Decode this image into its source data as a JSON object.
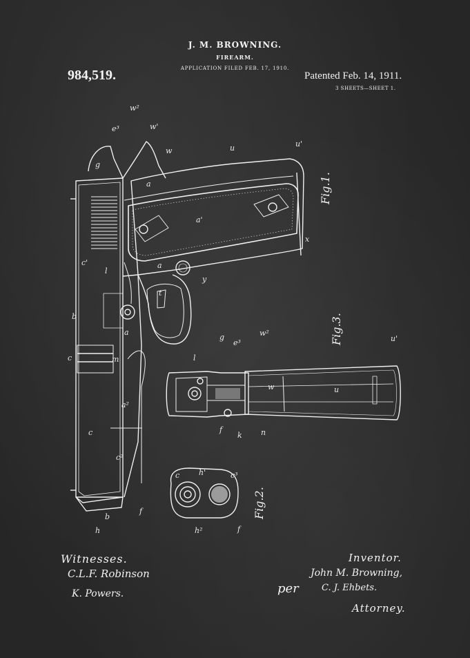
{
  "header": {
    "inventor": "J. M. BROWNING.",
    "invention": "FIREARM.",
    "application_filed": "APPLICATION FILED FEB. 17, 1910.",
    "patent_number": "984,519.",
    "patented": "Patented Feb. 14, 1911.",
    "sheets": "3 SHEETS—SHEET 1."
  },
  "figures": {
    "fig1": "Fig.1.",
    "fig2": "Fig.2.",
    "fig3": "Fig.3."
  },
  "reference_letters": {
    "w2": "w²",
    "e3": "e³",
    "w1": "w'",
    "g": "g",
    "w": "w",
    "u": "u",
    "u1": "u'",
    "a1": "a'",
    "a": "a",
    "x": "x",
    "c1": "c'",
    "l": "l",
    "y": "y",
    "t": "t",
    "c": "c",
    "b": "b",
    "m": "m",
    "a2": "a²",
    "c2": "c²",
    "h": "h",
    "f": "f",
    "k": "k",
    "n": "n",
    "c3": "c³",
    "h2": "h²",
    "h1": "h'"
  },
  "footer": {
    "witnesses_label": "Witnesses.",
    "witness_1": "C.L.F. Robinson",
    "witness_2": "K. Powers.",
    "inventor_label": "Inventor.",
    "inventor_signature": "John M. Browning,",
    "per_label": "per",
    "attorney_signature": "C. J. Ehbets.",
    "attorney_label": "Attorney."
  },
  "colors": {
    "background": "#2b2b2b",
    "ink": "#f2f2f2"
  }
}
